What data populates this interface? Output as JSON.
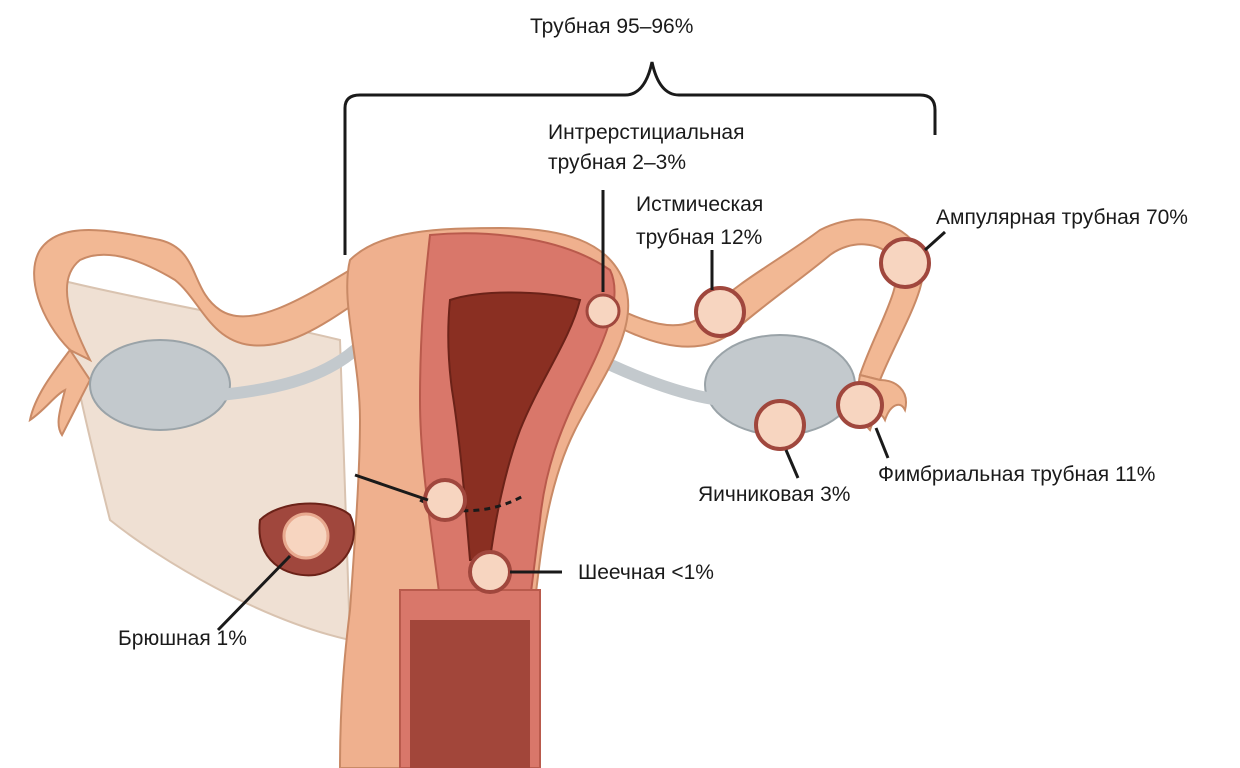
{
  "title": "Трубная 95–96%",
  "labels": {
    "interstitial_l1": "Интрерстициальная",
    "interstitial_l2": "трубная 2–3%",
    "isthmic_l1": "Истмическая",
    "isthmic_l2": "трубная 12%",
    "ampullary": "Ампулярная трубная 70%",
    "fimbrial": "Фимбриальная трубная 11%",
    "ovarian": "Яичниковая 3%",
    "cervical": "Шеечная <1%",
    "abdominal": "Брюшная 1%"
  },
  "colors": {
    "uterus_outer": "#efb08e",
    "uterus_muscle": "#d9776a",
    "uterus_cavity": "#8a2f22",
    "ovary": "#c3c9cd",
    "ligament": "#efe0d3",
    "lesion": "#a0473d",
    "line": "#1a1a1a"
  }
}
